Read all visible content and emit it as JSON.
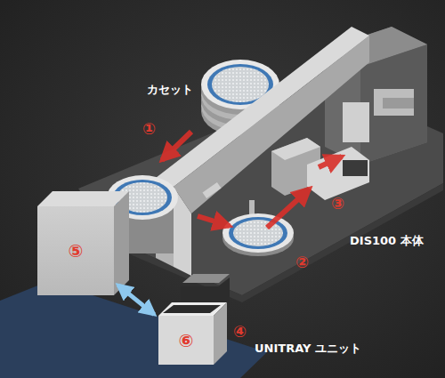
{
  "diagram": {
    "nodes": [
      {
        "text": [
          "⑤"
        ]
      },
      {
        "text": [
          "⑥"
        ]
      }
    ],
    "edges": [
      {
        "from": 0,
        "to": 1,
        "arrow": "both"
      }
    ],
    "labels": [
      "カセット",
      "①",
      "②",
      "③",
      "DIS100 本体",
      "④",
      "UNITRAY ユニット"
    ]
  }
}
